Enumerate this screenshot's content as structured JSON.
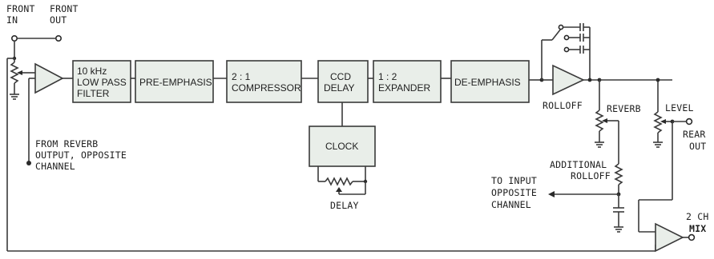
{
  "inputs": {
    "front_in": [
      "FRONT",
      "IN"
    ],
    "front_out": [
      "FRONT",
      "OUT"
    ]
  },
  "blocks": {
    "filter": [
      "10 kHz",
      "LOW PASS",
      "FILTER"
    ],
    "pre_emphasis": "PRE-EMPHASIS",
    "compressor": [
      "2 : 1",
      "COMPRESSOR"
    ],
    "ccd_delay": [
      "CCD",
      "DELAY"
    ],
    "expander": [
      "1 : 2",
      "EXPANDER"
    ],
    "de_emphasis": "DE-EMPHASIS",
    "clock": "CLOCK"
  },
  "labels": {
    "from_reverb": [
      "FROM REVERB",
      "OUTPUT, OPPOSITE",
      "CHANNEL"
    ],
    "delay": "DELAY",
    "rolloff": "ROLLOFF",
    "reverb": "REVERB",
    "additional_rolloff": [
      "ADDITIONAL",
      "ROLLOFF"
    ],
    "to_input": [
      "TO INPUT",
      "OPPOSITE",
      "CHANNEL"
    ],
    "level": "LEVEL",
    "rear_out": [
      "REAR",
      "OUT"
    ],
    "mix": [
      "2 CH",
      "MIX"
    ]
  }
}
